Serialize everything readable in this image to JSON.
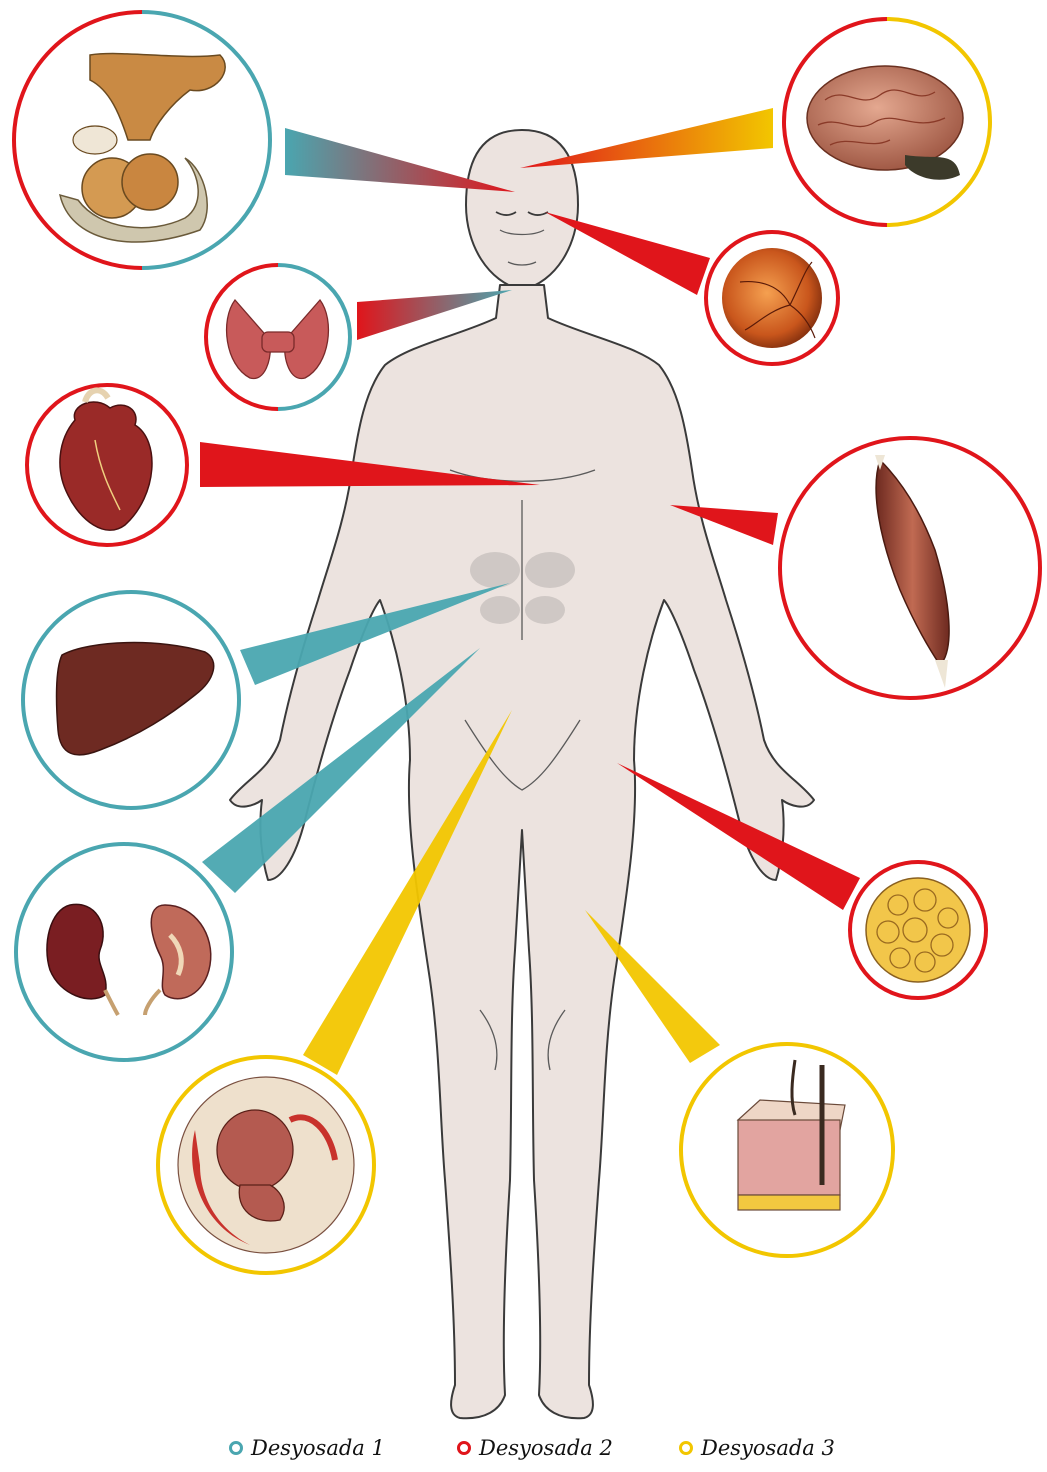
{
  "colors": {
    "teal": "#4aa6b0",
    "red": "#e0151b",
    "yellow": "#f2c600",
    "skin": "#ece3df",
    "outline": "#3a3a3a"
  },
  "organs": [
    {
      "name": "pituitary-gland",
      "ring": [
        "red",
        "teal"
      ]
    },
    {
      "name": "brain",
      "ring": [
        "red",
        "yellow"
      ]
    },
    {
      "name": "thyroid",
      "ring": [
        "red",
        "teal"
      ]
    },
    {
      "name": "retina",
      "ring": [
        "red"
      ]
    },
    {
      "name": "heart",
      "ring": [
        "red"
      ]
    },
    {
      "name": "muscle",
      "ring": [
        "red"
      ]
    },
    {
      "name": "liver",
      "ring": [
        "teal"
      ]
    },
    {
      "name": "adipose-tissue",
      "ring": [
        "red"
      ]
    },
    {
      "name": "kidneys",
      "ring": [
        "teal"
      ]
    },
    {
      "name": "fetus",
      "ring": [
        "yellow"
      ]
    },
    {
      "name": "skin",
      "ring": [
        "yellow"
      ]
    }
  ],
  "legend": [
    {
      "label": "Desyosada 1",
      "color": "#4aa6b0"
    },
    {
      "label": "Desyosada 2",
      "color": "#e0151b"
    },
    {
      "label": "Desyosada 3",
      "color": "#f2c600"
    }
  ]
}
